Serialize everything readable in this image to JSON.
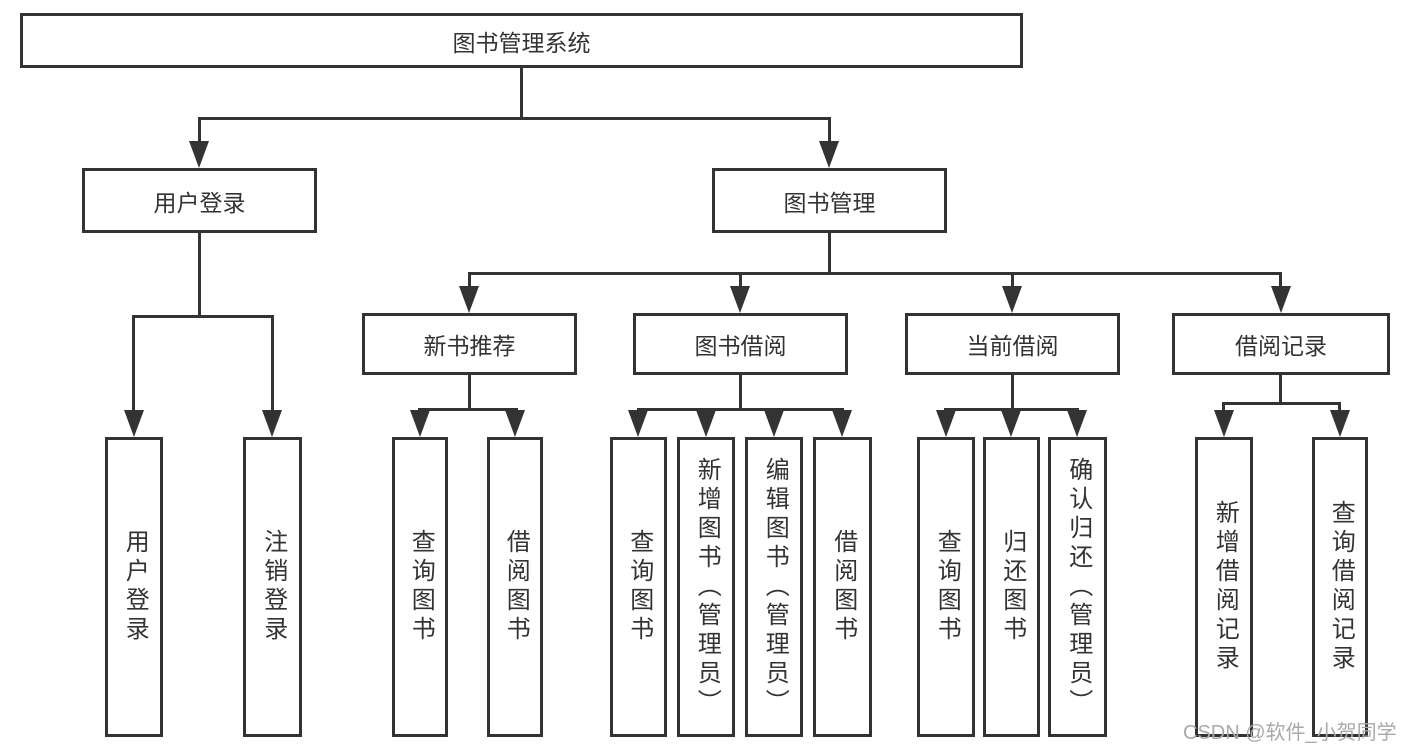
{
  "diagram": {
    "root": {
      "label": "图书管理系统"
    },
    "branches": [
      {
        "label": "用户登录",
        "children": [
          "用户登录",
          "注销登录"
        ]
      },
      {
        "label": "图书管理",
        "children": [
          {
            "label": "新书推荐",
            "children": [
              "查询图书",
              "借阅图书"
            ]
          },
          {
            "label": "图书借阅",
            "children": [
              "查询图书",
              "新增图书（管理员）",
              "编辑图书（管理员）",
              "借阅图书"
            ]
          },
          {
            "label": "当前借阅",
            "children": [
              "查询图书",
              "归还图书",
              "确认归还（管理员）"
            ]
          },
          {
            "label": "借阅记录",
            "children": [
              "新增借阅记录",
              "查询借阅记录"
            ]
          }
        ]
      }
    ]
  },
  "watermark": {
    "text": "CSDN @软件_小贺同学"
  },
  "colors": {
    "line": "#333333",
    "text": "#333333",
    "watermark": "#a9a9a9",
    "background": "#ffffff"
  }
}
